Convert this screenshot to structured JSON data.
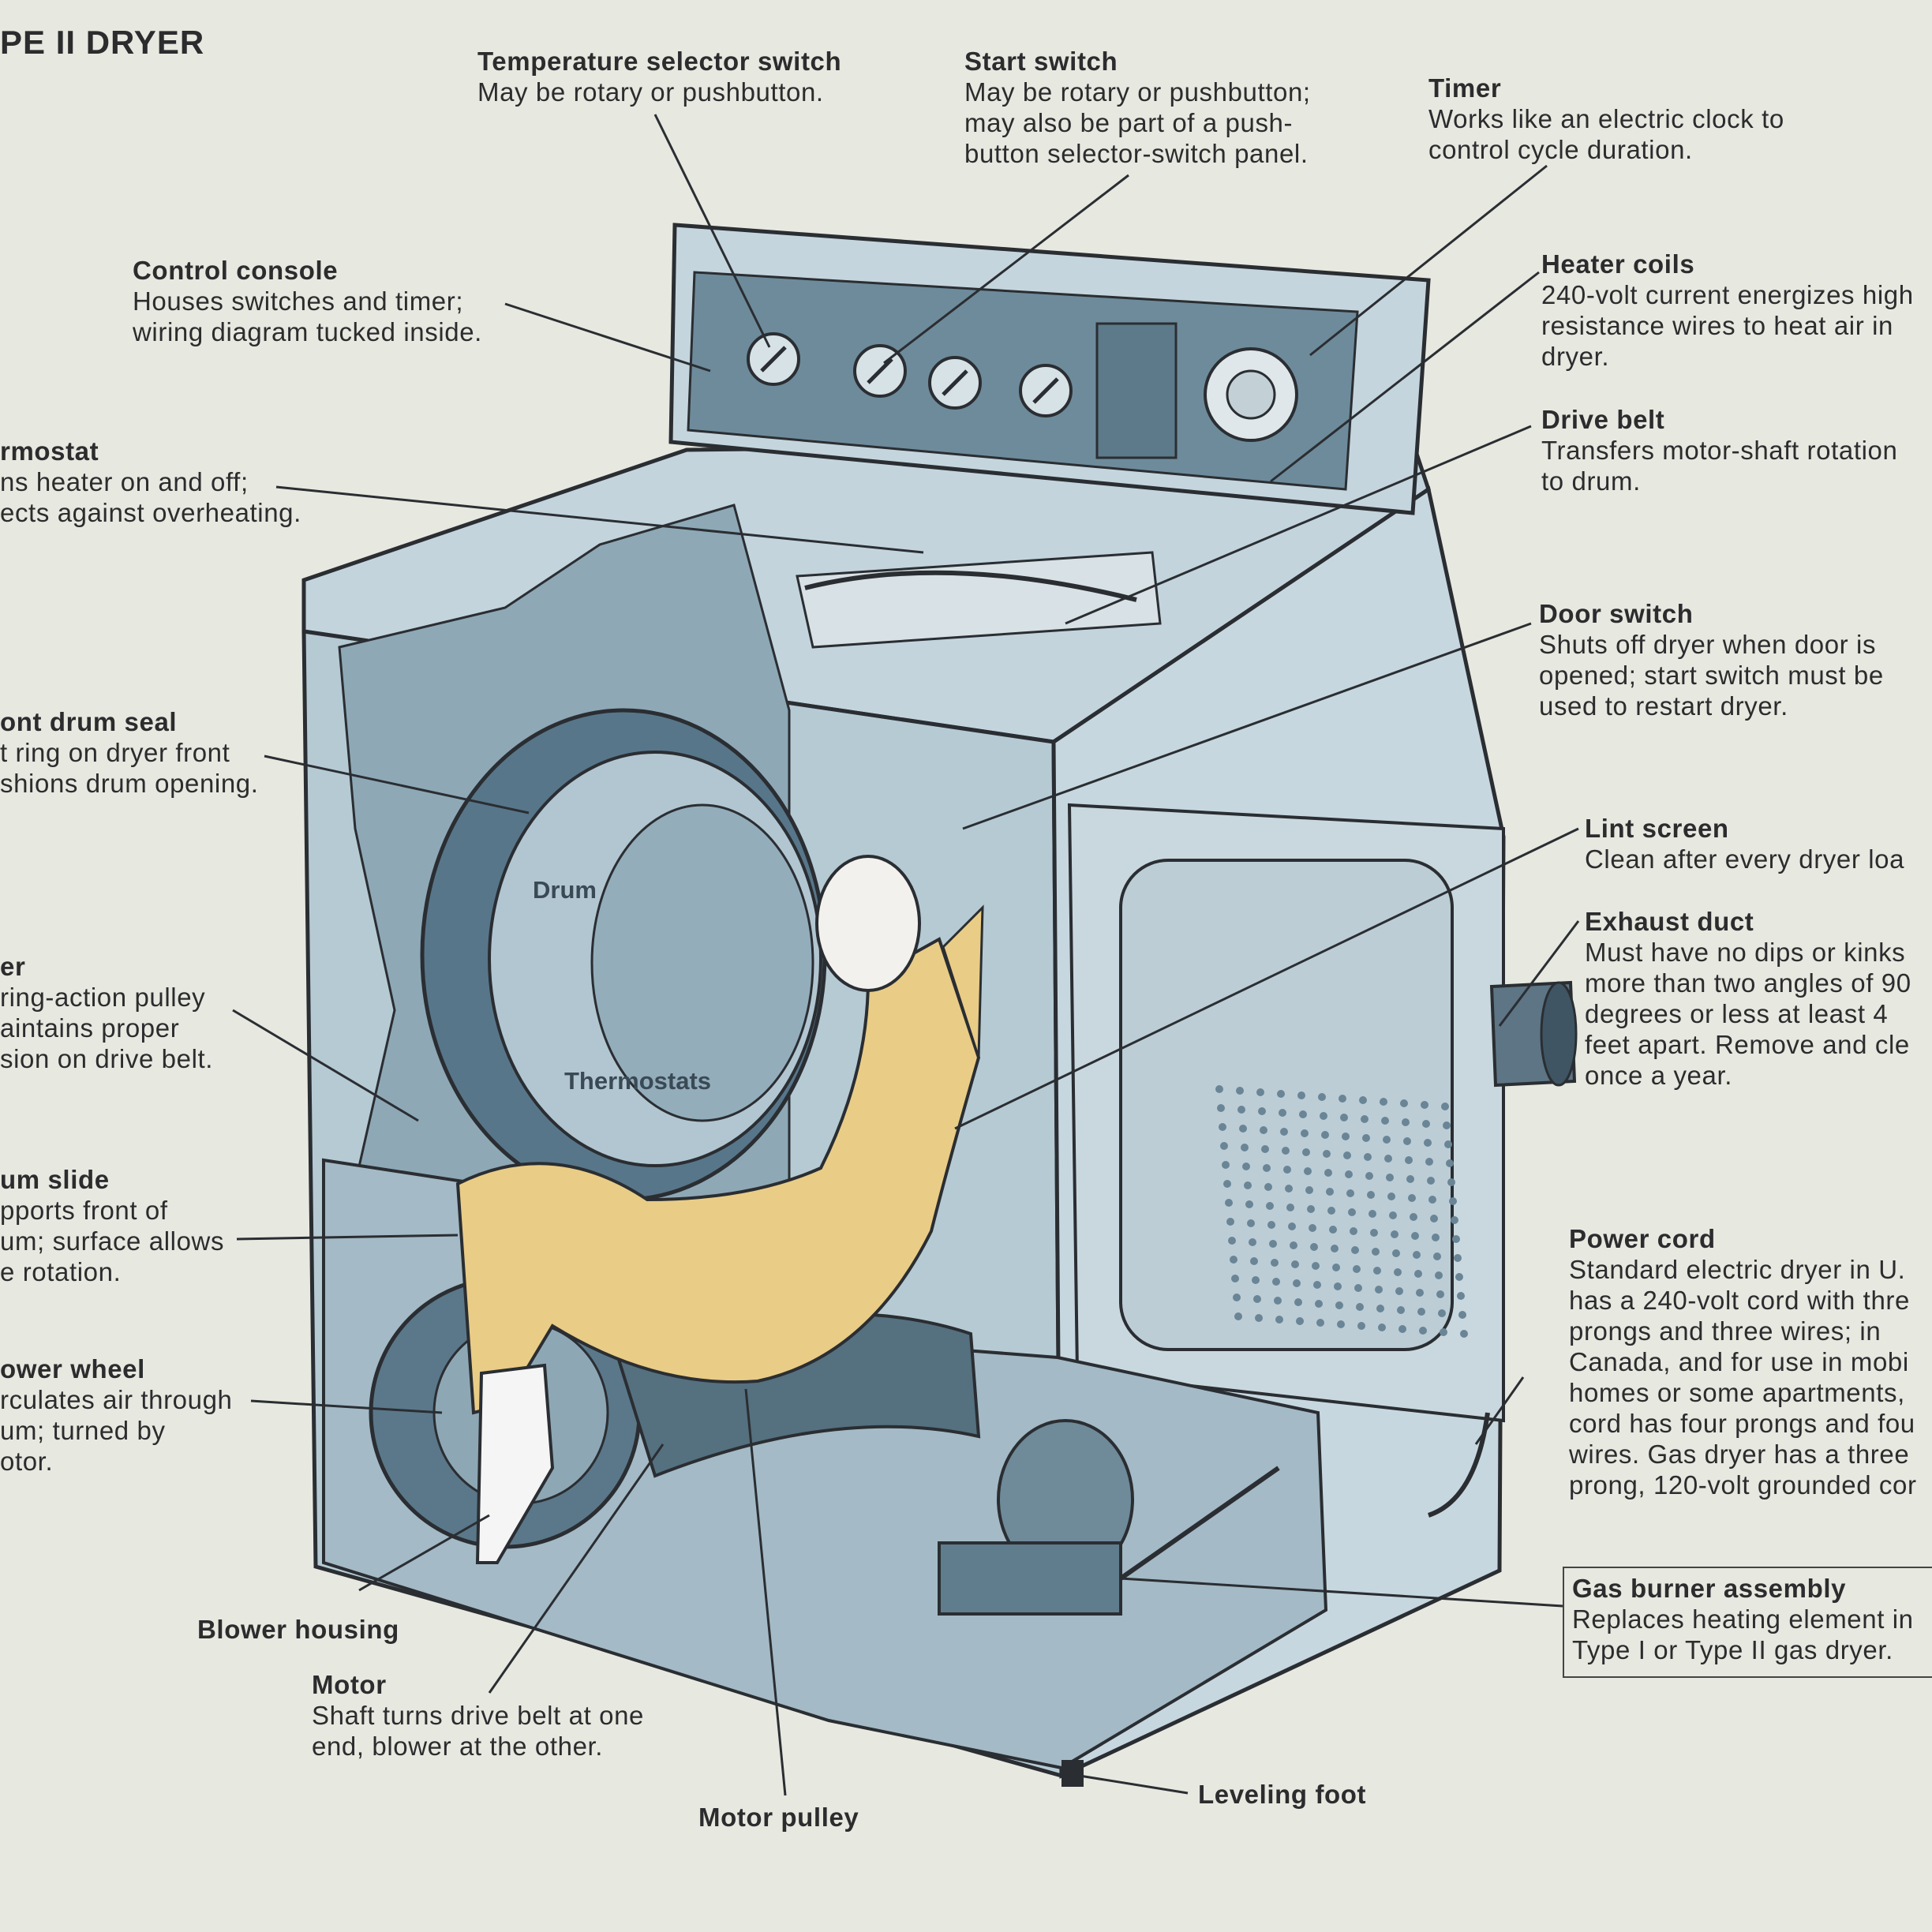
{
  "title": "PE II DRYER",
  "callouts": {
    "temperature": {
      "title": "Temperature selector switch",
      "desc": "May be rotary or pushbutton."
    },
    "start": {
      "title": "Start switch",
      "desc": "May be rotary or pushbutton;\nmay also be part of a push-\nbutton selector-switch panel."
    },
    "timer": {
      "title": "Timer",
      "desc": "Works like an electric clock to\ncontrol cycle duration."
    },
    "console": {
      "title": "Control console",
      "desc": "Houses switches and timer;\nwiring diagram tucked inside."
    },
    "heater": {
      "title": "Heater coils",
      "desc": "240-volt current energizes high\nresistance wires to heat air in\ndryer."
    },
    "thermostat": {
      "title": "rmostat",
      "desc": "ns heater on and off;\nects against overheating."
    },
    "belt": {
      "title": "Drive belt",
      "desc": "Transfers motor-shaft rotation\nto drum."
    },
    "door": {
      "title": "Door switch",
      "desc": "Shuts off dryer when door is\nopened; start switch must be\nused to restart dryer."
    },
    "seal": {
      "title": "ont drum seal",
      "desc": "t ring on dryer front\nshions drum opening."
    },
    "lint": {
      "title": "Lint screen",
      "desc": "Clean after every dryer loa"
    },
    "idler": {
      "title": "er",
      "desc": "ring-action pulley\naintains proper\nsion on drive belt."
    },
    "exhaust": {
      "title": "Exhaust duct",
      "desc": "Must have no dips or kinks\nmore than two angles of 90\ndegrees or less at least 4\nfeet apart. Remove and cle\nonce a year."
    },
    "slide": {
      "title": "um slide",
      "desc": "pports front of\num; surface allows\ne rotation."
    },
    "power": {
      "title": "Power cord",
      "desc": "Standard electric dryer in U.\nhas a 240-volt cord with thre\nprongs and three wires; in\nCanada, and for use in mobi\nhomes or some apartments,\ncord has four prongs and fou\nwires. Gas dryer has a three\nprong, 120-volt grounded cor"
    },
    "blower": {
      "title": "ower wheel",
      "desc": "rculates air through\num; turned by\notor."
    },
    "housing": {
      "title": "Blower housing"
    },
    "motor": {
      "title": "Motor",
      "desc": "Shaft turns drive belt at one\nend, blower at the other."
    },
    "pulley": {
      "title": "Motor pulley"
    },
    "foot": {
      "title": "Leveling foot"
    },
    "gas": {
      "title": "Gas burner assembly",
      "desc": "Replaces heating element in\nType I or Type II gas dryer."
    }
  },
  "inline_labels": {
    "drum": "Drum",
    "thermostats": "Thermostats"
  },
  "colors": {
    "paper": "#e7e8e0",
    "body": "#b9cdd7",
    "shadow": "#6f8a99",
    "dark": "#4f6b7b",
    "figure": "#e9cc86",
    "ink": "#2c2c2e"
  }
}
